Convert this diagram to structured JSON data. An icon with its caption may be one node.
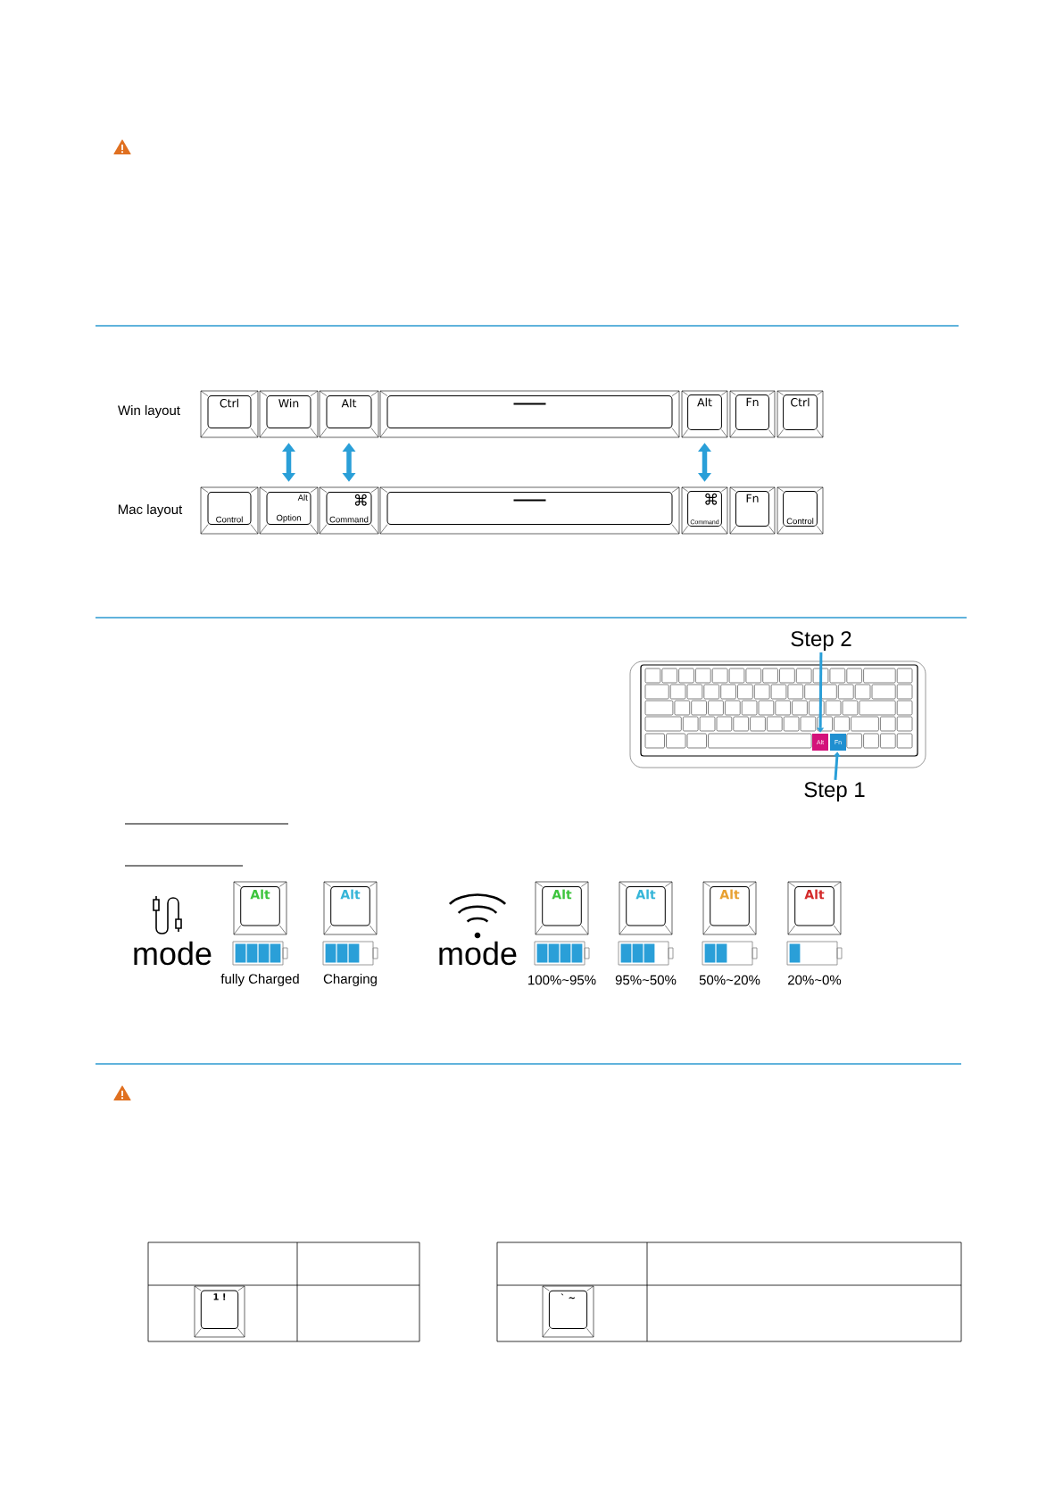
{
  "diagram": {
    "nodes": [
      {
        "text": [
          "Ctrl"
        ]
      },
      {
        "text": [
          "Win"
        ]
      },
      {
        "text": [
          "Alt"
        ]
      },
      {
        "text": [],
        "shape": "box"
      },
      {
        "text": [
          "Alt"
        ]
      },
      {
        "text": [
          "Fn"
        ]
      },
      {
        "text": [
          "Ctrl"
        ]
      },
      {
        "text": [
          "Control"
        ]
      },
      {
        "text": [
          "Alt",
          "Option"
        ]
      },
      {
        "text": [
          "⌘",
          "Command"
        ]
      },
      {
        "text": [],
        "shape": "box"
      },
      {
        "text": [
          "⌘",
          "Command"
        ]
      },
      {
        "text": [
          "Fn"
        ]
      },
      {
        "text": [
          "Control"
        ]
      },
      {
        "text": [
          "Step 2"
        ]
      },
      {
        "text": [
          "Alt"
        ]
      },
      {
        "text": [
          "Fn"
        ]
      },
      {
        "text": [
          "Step 1"
        ]
      },
      {
        "text": [
          "Alt"
        ],
        "beside": [
          "fully Charged"
        ]
      },
      {
        "text": [
          "Alt"
        ],
        "beside": [
          "Charging"
        ]
      },
      {
        "text": [
          "Alt"
        ],
        "beside": [
          "100%~95%"
        ]
      },
      {
        "text": [
          "Alt"
        ],
        "beside": [
          "95%~50%"
        ]
      },
      {
        "text": [
          "Alt"
        ],
        "beside": [
          "50%~20%"
        ]
      },
      {
        "text": [
          "Alt"
        ],
        "beside": [
          "20%~0%"
        ]
      },
      {
        "text": [
          "1 !"
        ]
      },
      {
        "text": [
          "` ~"
        ]
      }
    ],
    "edges": [
      {
        "from": 1,
        "to": 8,
        "arrow": "both"
      },
      {
        "from": 2,
        "to": 9,
        "arrow": "both"
      },
      {
        "from": 4,
        "to": 11,
        "arrow": "both"
      },
      {
        "from": 14,
        "to": 15,
        "arrow": "to"
      },
      {
        "from": 17,
        "to": 16,
        "arrow": "to"
      }
    ],
    "labels": [
      "Win layout",
      "Mac layout",
      "mode",
      "mode"
    ]
  }
}
